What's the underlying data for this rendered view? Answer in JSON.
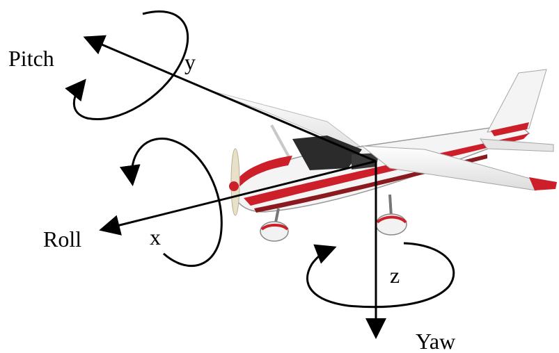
{
  "labels": {
    "pitch": "Pitch",
    "roll": "Roll",
    "yaw": "Yaw",
    "axis_x": "x",
    "axis_y": "y",
    "axis_z": "z"
  },
  "colors": {
    "fuselage": "#f4f4f4",
    "stripe": "#cc1f2a",
    "line": "#000000"
  },
  "icons": [
    "airplane-illustration",
    "rotation-arrow"
  ]
}
